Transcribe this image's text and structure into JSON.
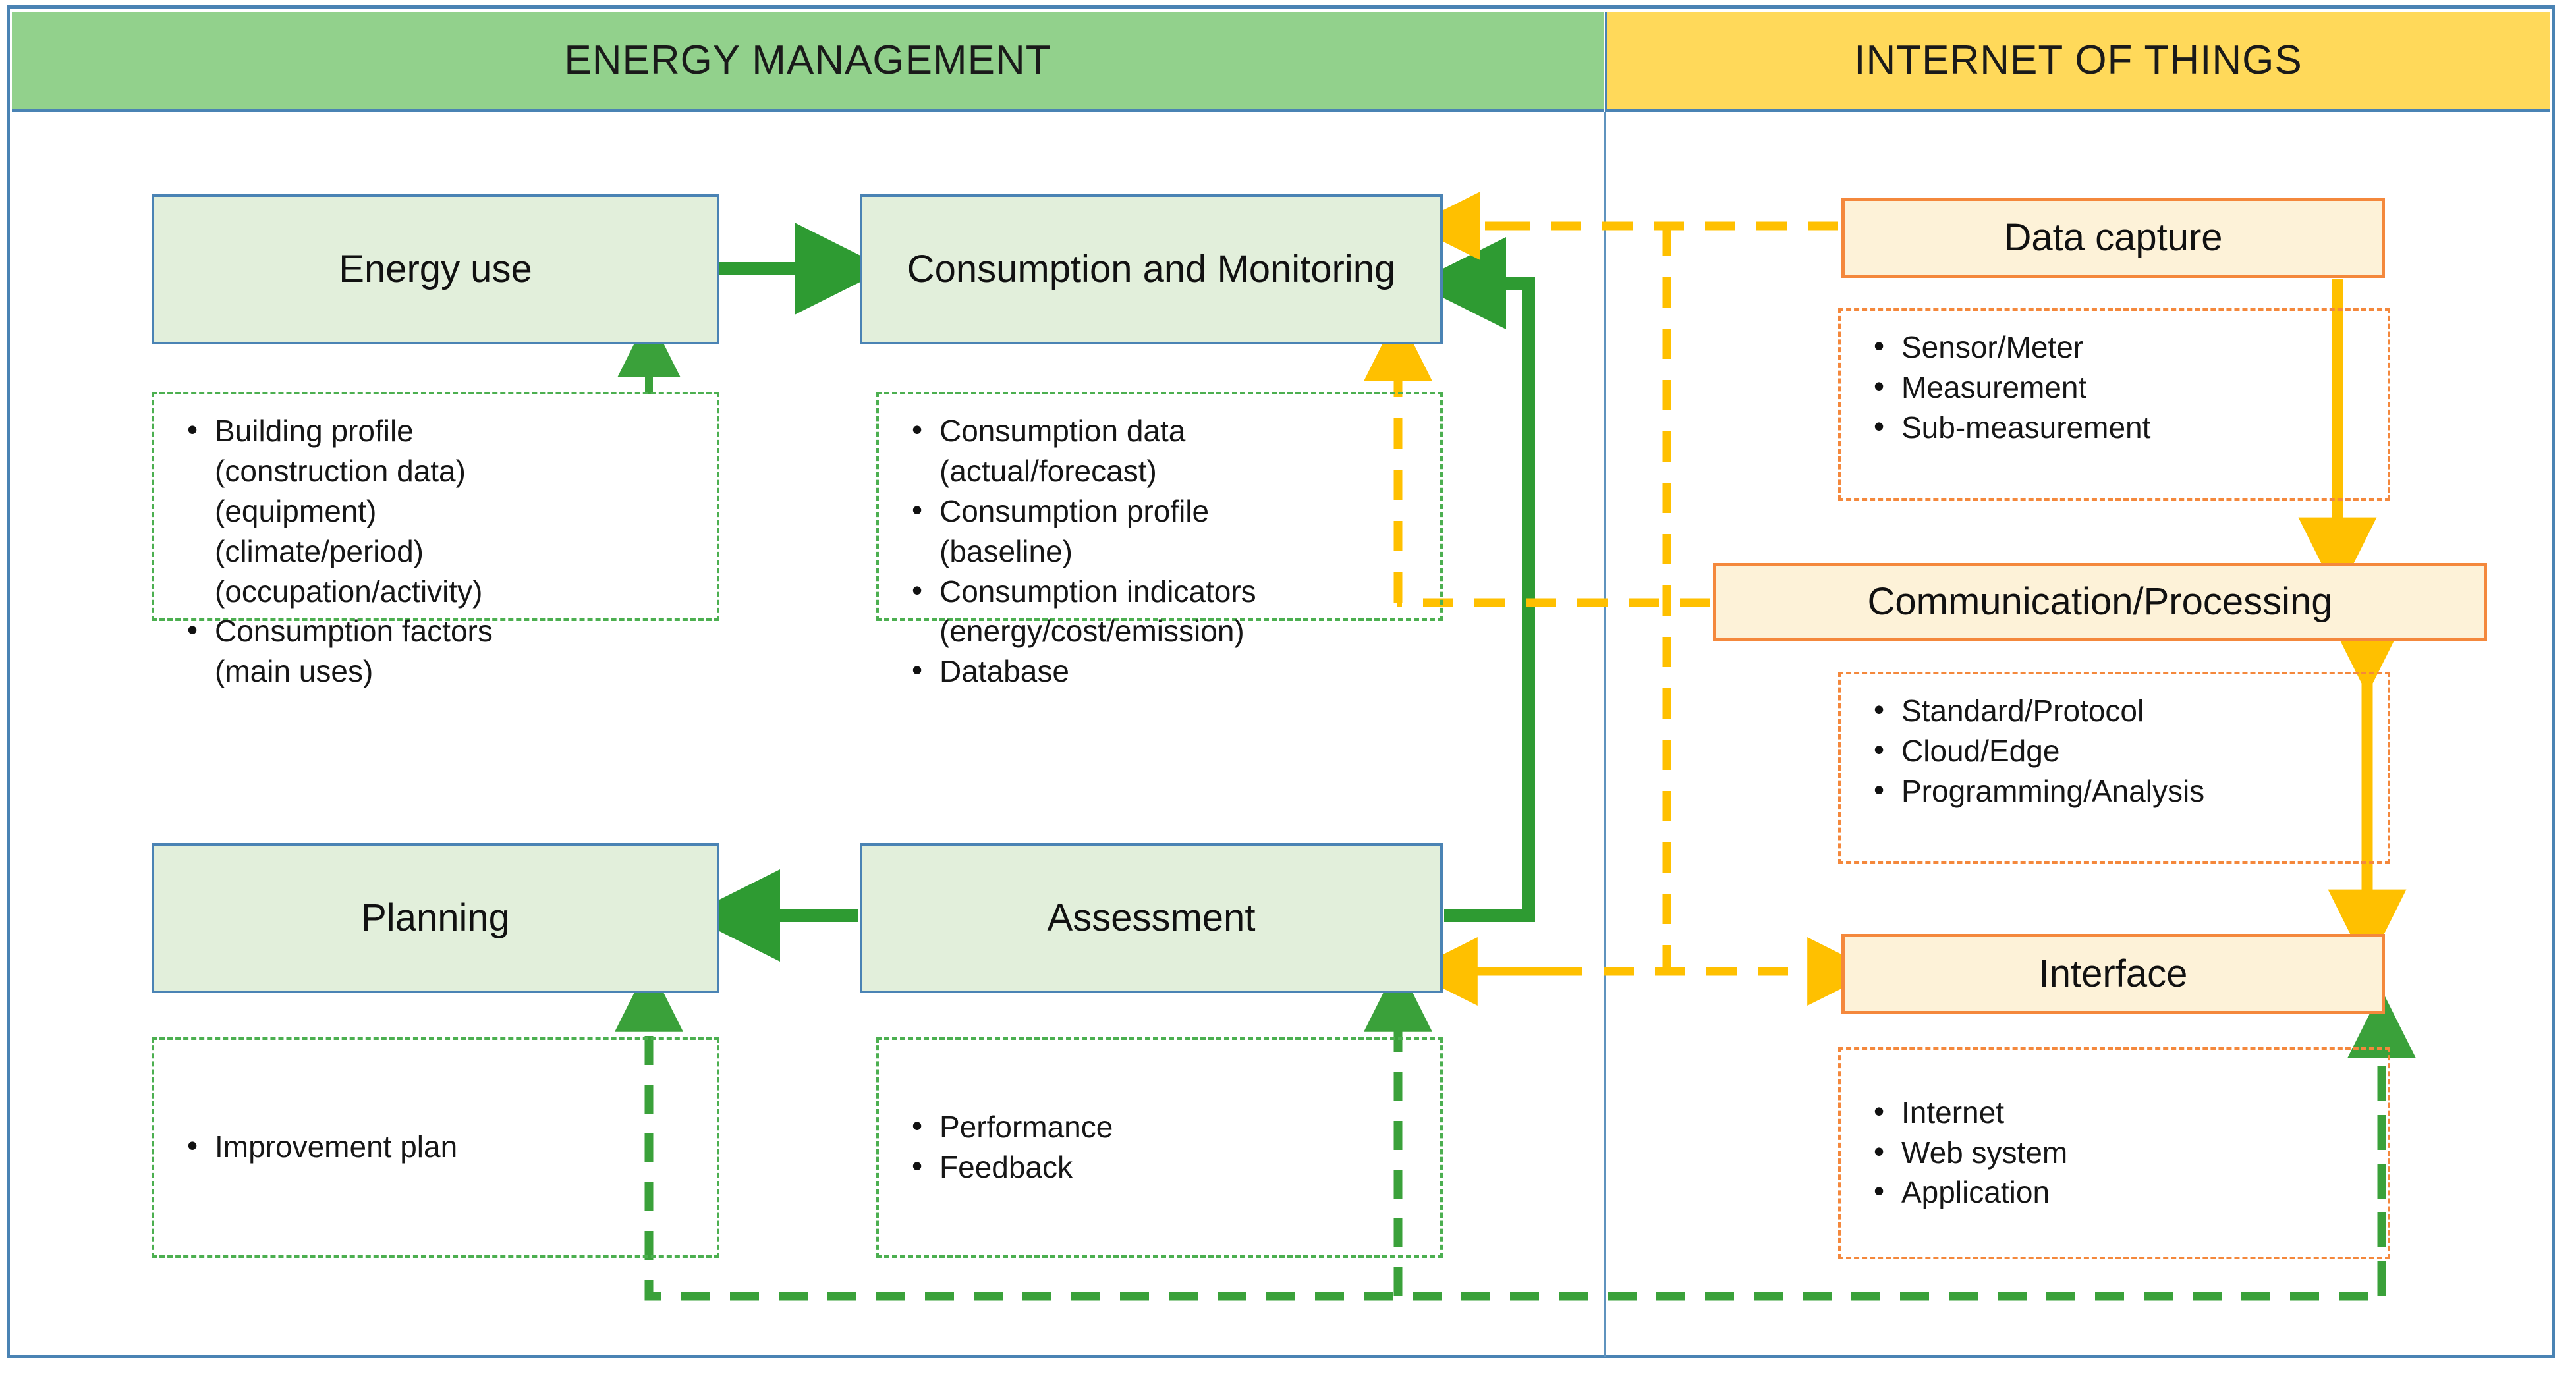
{
  "headers": {
    "left": "ENERGY MANAGEMENT",
    "right": "INTERNET OF THINGS"
  },
  "energy_management": {
    "energy_use": {
      "title": "Energy use",
      "details": [
        "Building profile",
        "(construction data)",
        "(equipment)",
        "(climate/period)",
        "(occupation/activity)",
        "Consumption factors",
        "(main uses)"
      ]
    },
    "consumption_monitoring": {
      "title": "Consumption and Monitoring",
      "details": [
        "Consumption data",
        "(actual/forecast)",
        "Consumption profile",
        "(baseline)",
        "Consumption indicators",
        "(energy/cost/emission)",
        "Database"
      ]
    },
    "planning": {
      "title": "Planning",
      "details": [
        "Improvement plan"
      ]
    },
    "assessment": {
      "title": "Assessment",
      "details": [
        "Performance",
        "Feedback"
      ]
    }
  },
  "internet_of_things": {
    "data_capture": {
      "title": "Data capture",
      "details": [
        "Sensor/Meter",
        "Measurement",
        "Sub-measurement"
      ]
    },
    "communication_processing": {
      "title": "Communication/Processing",
      "details": [
        "Standard/Protocol",
        "Cloud/Edge",
        "Programming/Analysis"
      ]
    },
    "interface": {
      "title": "Interface",
      "details": [
        "Internet",
        "Web system",
        "Application"
      ]
    }
  },
  "colors": {
    "frame_blue": "#4a83b4",
    "header_green": "#92d18c",
    "header_yellow": "#ffd95a",
    "box_green_fill": "#e2efdb",
    "box_cream_fill": "#fdf2d8",
    "box_orange_border": "#f4883c",
    "arrow_green": "#2e9b32",
    "arrow_yellow": "#ffc000",
    "dash_green": "#4caf50",
    "dash_orange": "#f4883c"
  }
}
